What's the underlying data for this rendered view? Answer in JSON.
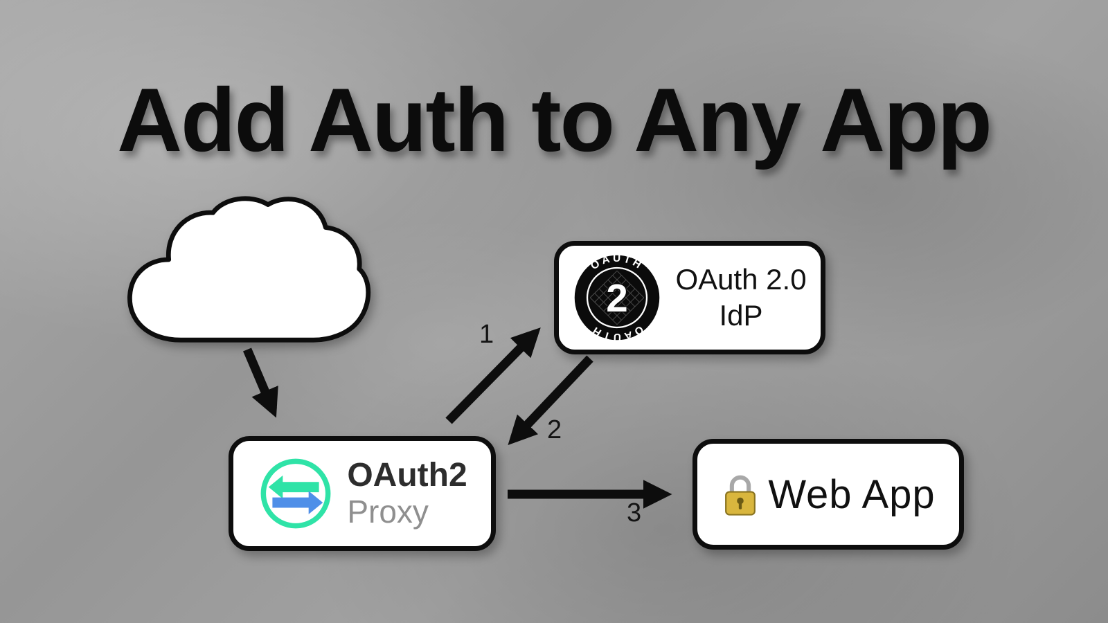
{
  "title": "Add Auth to Any App",
  "diagram": {
    "cloud": {
      "name": "internet-cloud"
    },
    "idp": {
      "line1": "OAuth 2.0",
      "line2": "IdP",
      "badge_number": "2",
      "badge_text_top": "OAUTH",
      "badge_text_bottom": "OAUTH"
    },
    "proxy": {
      "line1": "OAuth2",
      "line2": "Proxy"
    },
    "webapp": {
      "label": "Web App"
    },
    "arrow_labels": {
      "proxy_to_idp": "1",
      "idp_to_proxy": "2",
      "proxy_to_webapp": "3"
    }
  },
  "colors": {
    "background": "#9a9a9a",
    "node_background": "#ffffff",
    "outline": "#0d0d0d",
    "proxy_green": "#2fe3a7",
    "proxy_blue": "#4f8fe8",
    "proxy_subtext": "#8f8f8f",
    "lock_gold": "#d9b63e"
  }
}
